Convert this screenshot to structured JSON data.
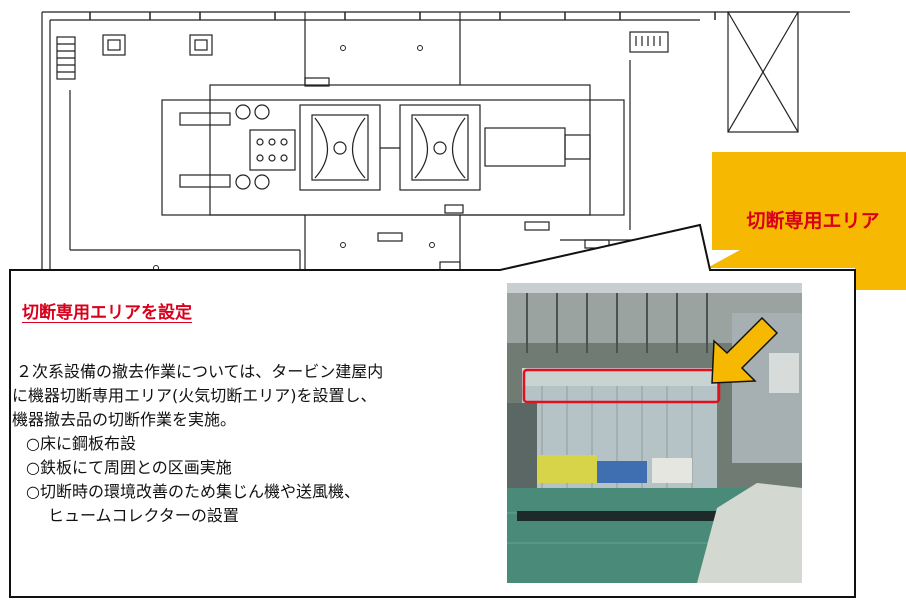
{
  "callout": {
    "area_label": "切断専用エリア"
  },
  "info": {
    "heading": "切断専用エリアを設定",
    "lines": [
      "２次系設備の撤去作業については、タービン建屋内",
      "に機器切断専用エリア(火気切断エリア)を設置し、",
      "機器撤去品の切断作業を実施。",
      "○床に鋼板布設",
      "○鉄板にて周囲との区画実施",
      "○切断時の環境改善のため集じん機や送風機、",
      "ヒュームコレクターの設置"
    ]
  },
  "colors": {
    "callout_fill": "#f6b800",
    "label_red": "#d9001b",
    "plan_line": "#222222"
  }
}
